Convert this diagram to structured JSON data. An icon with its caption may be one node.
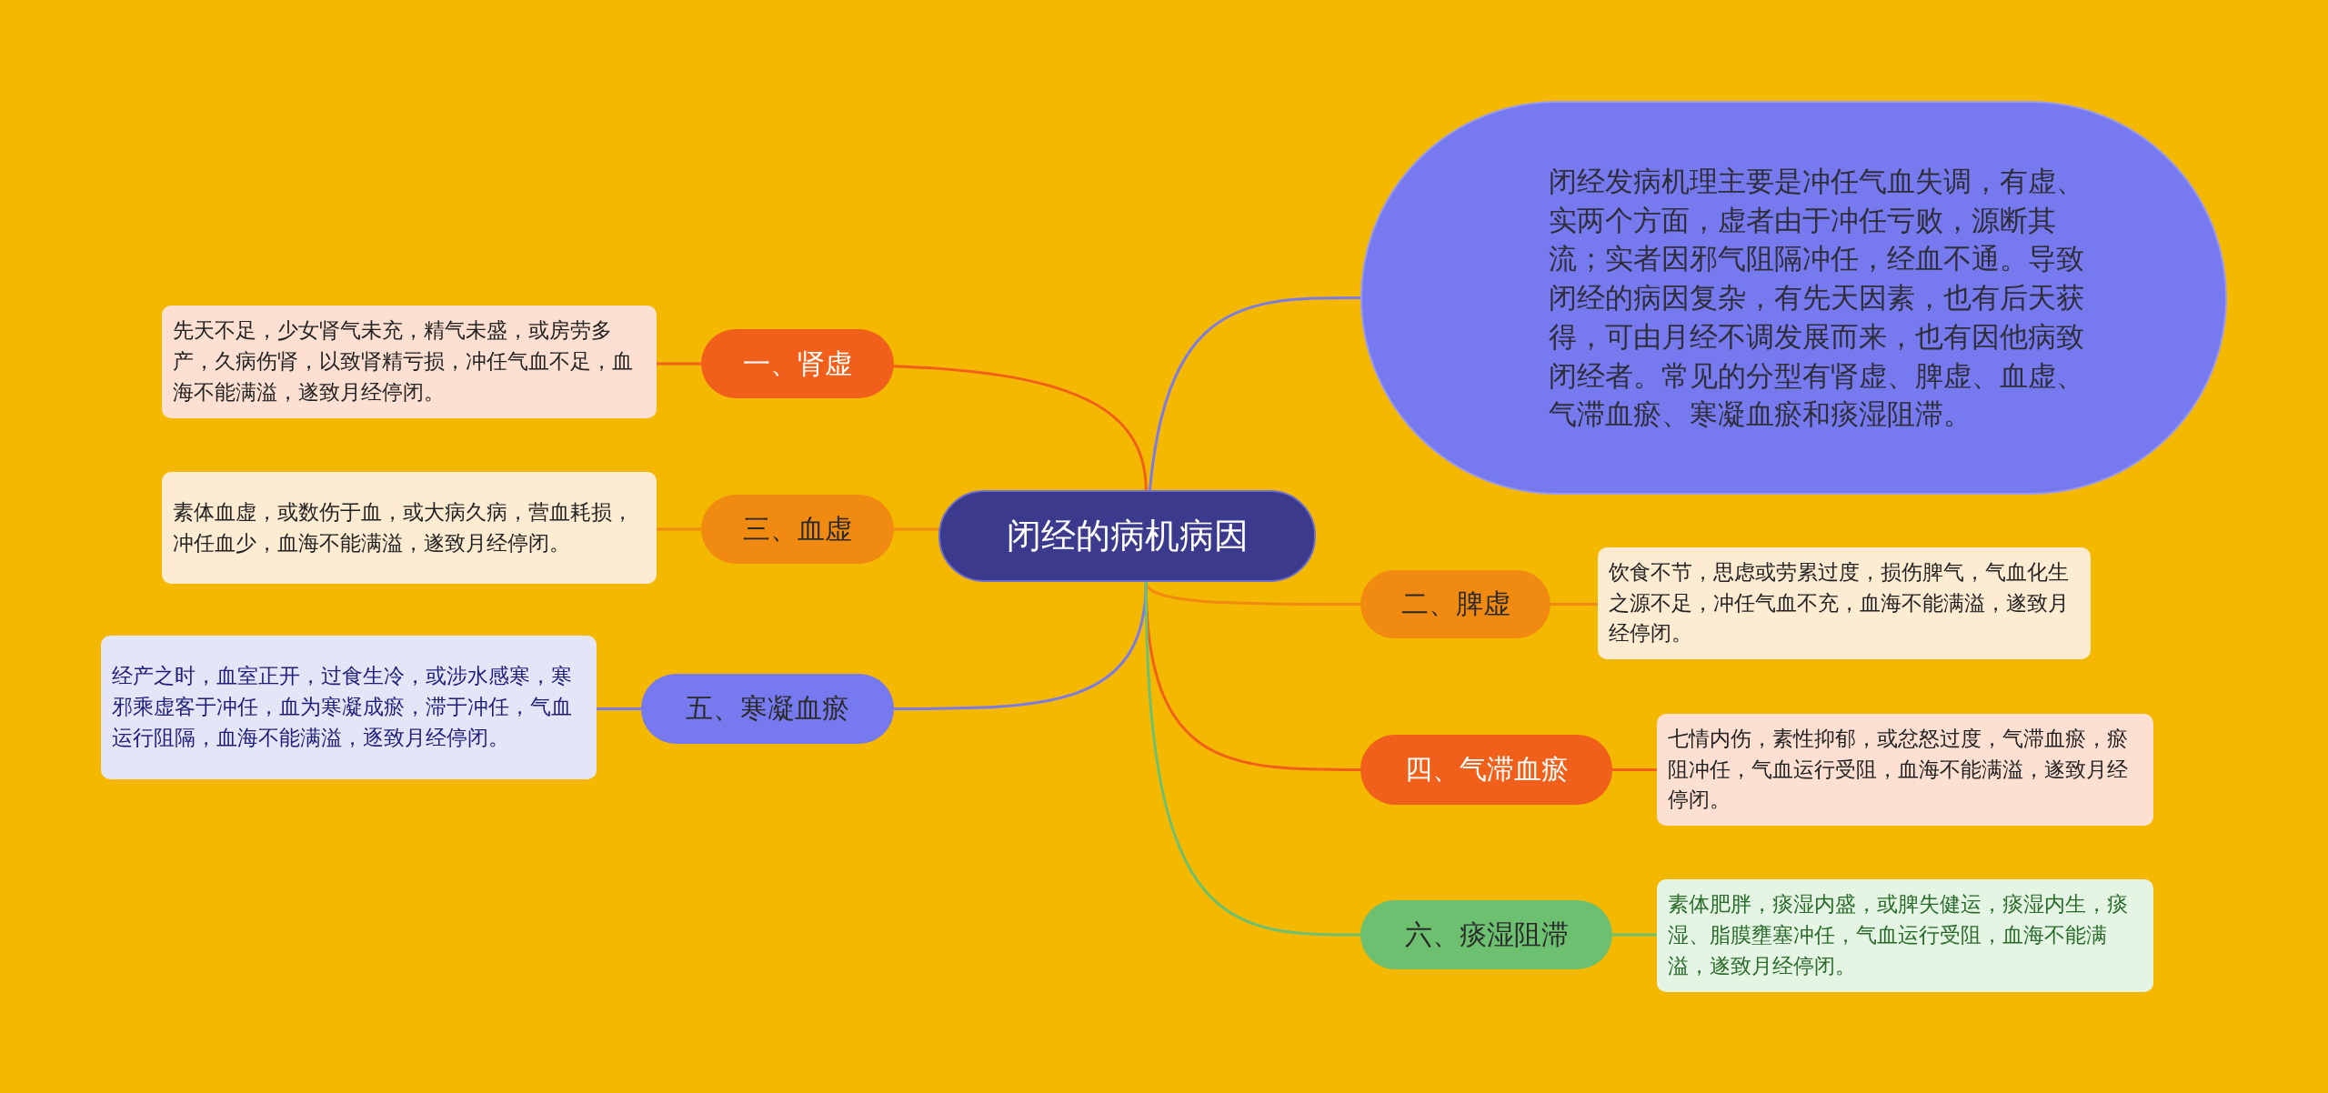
{
  "diagram": {
    "nodes": [
      {
        "text": [
          "闭经的病机病因"
        ]
      },
      {
        "text": [
          "闭经发病机理主要是冲任气血失调，有虚、实两个方面，虚者由于冲任亏败，源断其流；实者因邪气阻隔冲任，经血不通。导致闭经的病因复杂，有先天因素，也有后天获得，可由月经不调发展而来，也有因他病致闭经者。常见的分型有肾虚、脾虚、血虚、气滞血瘀、寒凝血瘀和痰湿阻滞。"
        ]
      },
      {
        "text": [
          "一、肾虚"
        ]
      },
      {
        "text": [
          "先天不足，少女肾气未充，精气未盛，或房劳多产，久病伤肾，以致肾精亏损，冲任气血不足，血海不能满溢，遂致月经停闭。"
        ]
      },
      {
        "text": [
          "二、脾虚"
        ]
      },
      {
        "text": [
          "饮食不节，思虑或劳累过度，损伤脾气，气血化生之源不足，冲任气血不充，血海不能满溢，遂致月经停闭。"
        ]
      },
      {
        "text": [
          "三、血虚"
        ]
      },
      {
        "text": [
          "素体血虚，或数伤于血，或大病久病，营血耗损，冲任血少，血海不能满溢，遂致月经停闭。"
        ]
      },
      {
        "text": [
          "四、气滞血瘀"
        ]
      },
      {
        "text": [
          "七情内伤，素性抑郁，或忿怒过度，气滞血瘀，瘀阻冲任，气血运行受阻，血海不能满溢，遂致月经停闭。"
        ]
      },
      {
        "text": [
          "五、寒凝血瘀"
        ]
      },
      {
        "text": [
          "经产之时，血室正开，过食生冷，或涉水感寒，寒邪乘虚客于冲任，血为寒凝成瘀，滞于冲任，气血运行阻隔，血海不能满溢，逐致月经停闭。"
        ]
      },
      {
        "text": [
          "六、痰湿阻滞"
        ]
      },
      {
        "text": [
          "素体肥胖，痰湿内盛，或脾失健运，痰湿内生，痰湿、脂膜壅塞冲任，气血运行受阻，血海不能满溢，遂致月经停闭。"
        ]
      }
    ],
    "edges": [
      {
        "from": 0,
        "to": 1,
        "arrow": "none",
        "color": "#7b7be8"
      },
      {
        "from": 0,
        "to": 2,
        "arrow": "none",
        "color": "#f0601a"
      },
      {
        "from": 2,
        "to": 3,
        "arrow": "none",
        "color": "#f0601a"
      },
      {
        "from": 0,
        "to": 4,
        "arrow": "none",
        "color": "#f08a10"
      },
      {
        "from": 4,
        "to": 5,
        "arrow": "none",
        "color": "#f08a10"
      },
      {
        "from": 0,
        "to": 6,
        "arrow": "none",
        "color": "#f08a10"
      },
      {
        "from": 6,
        "to": 7,
        "arrow": "none",
        "color": "#f08a10"
      },
      {
        "from": 0,
        "to": 8,
        "arrow": "none",
        "color": "#f0601a"
      },
      {
        "from": 8,
        "to": 9,
        "arrow": "none",
        "color": "#f0601a"
      },
      {
        "from": 0,
        "to": 10,
        "arrow": "none",
        "color": "#7b7be8"
      },
      {
        "from": 10,
        "to": 11,
        "arrow": "none",
        "color": "#7b7be8"
      },
      {
        "from": 0,
        "to": 12,
        "arrow": "none",
        "color": "#6cc070"
      },
      {
        "from": 12,
        "to": 13,
        "arrow": "none",
        "color": "#6cc070"
      }
    ]
  }
}
